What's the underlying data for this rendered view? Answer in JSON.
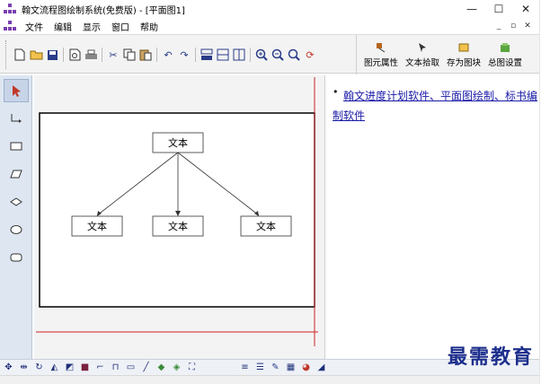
{
  "window": {
    "title": "翰文流程图绘制系统(免费版) - [平面图1]",
    "minimize": "—",
    "maximize": "☐",
    "close": "✕"
  },
  "menu": {
    "items": [
      "文件",
      "编辑",
      "显示",
      "窗口",
      "帮助"
    ],
    "mdi_minimize": "_",
    "mdi_restore": "▫",
    "mdi_close": "✕"
  },
  "toolbar": {
    "big_buttons": [
      {
        "label": "图元属性",
        "icon": "element-properties-icon"
      },
      {
        "label": "文本拾取",
        "icon": "text-pick-icon"
      },
      {
        "label": "存为图块",
        "icon": "save-as-block-icon"
      },
      {
        "label": "总图设置",
        "icon": "general-settings-icon"
      }
    ]
  },
  "diagram": {
    "nodes": [
      {
        "id": "root",
        "label": "文本"
      },
      {
        "id": "left",
        "label": "文本"
      },
      {
        "id": "middle",
        "label": "文本"
      },
      {
        "id": "right",
        "label": "文本"
      }
    ],
    "border_color": "#000000",
    "guide_color": "#cc2222"
  },
  "side_panel": {
    "bullet": "•",
    "link_text": "翰文进度计划软件、平面图绘制、标书编制软件"
  },
  "watermark": "最需教育",
  "colors": {
    "palette_bg": "#dde6f1",
    "link": "#1a1aa8",
    "watermark": "#1c2e8c"
  }
}
